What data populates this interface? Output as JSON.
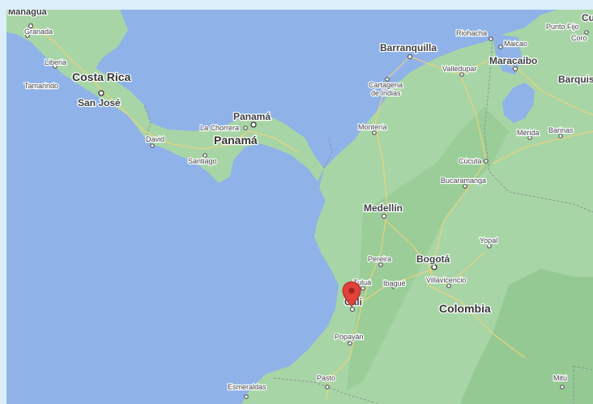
{
  "map": {
    "water_color": "#8fb2e8",
    "land_color": "#a8d5a6",
    "pin_color": "#e0413a",
    "pin_icon": "map-marker-icon",
    "countries": [
      {
        "name": "Costa Rica"
      },
      {
        "name": "Panamá"
      },
      {
        "name": "Colombia"
      }
    ],
    "capitals": {
      "san_jose": "San José",
      "panama": "Panamá",
      "bogota": "Bogotá"
    },
    "major_cities": {
      "barranquilla": "Barranquilla",
      "maracaibo": "Maracaibo",
      "medellin": "Medellín",
      "cali": "Cali",
      "barquisimeto": "Barquis"
    },
    "cities": {
      "managua": "Managua",
      "granada": "Granada",
      "liberia": "Liberia",
      "tamarindo": "Tamarindo",
      "la_chorrera": "La Chorrera",
      "david": "David",
      "santiago": "Santiago",
      "riohacha": "Riohacha",
      "maicao": "Maicao",
      "punto_fijo": "Punto Fijo",
      "coro": "Coro",
      "valledupar": "Valledupar",
      "cartagena": "Cartagena\nde Indias",
      "monteria": "Montería",
      "merida": "Mérida",
      "barinas": "Barinas",
      "cucuta": "Cúcuta",
      "bucaramanga": "Bucaramanga",
      "yopal": "Yopal",
      "pereira": "Pereira",
      "tulua": "Tuluá",
      "ibague": "Ibagué",
      "villavicencio": "Villavicencio",
      "popayan": "Popayán",
      "pasto": "Pasto",
      "esmeraldas": "Esmeraldas",
      "mitu": "Mitú",
      "cu_partial": "Cu"
    }
  }
}
